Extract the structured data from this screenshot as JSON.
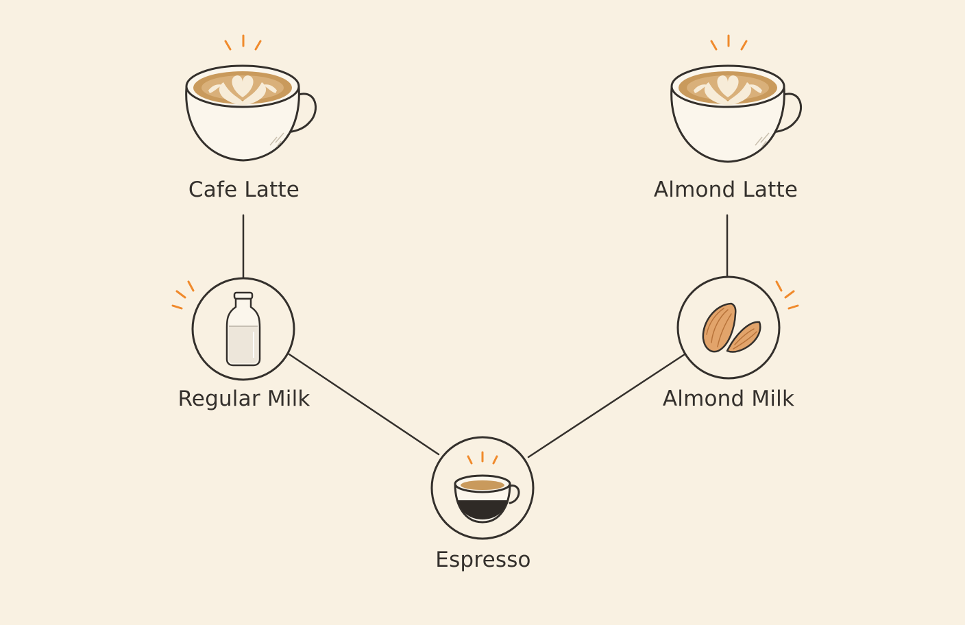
{
  "nodes": {
    "cafe_latte": {
      "label": "Cafe Latte",
      "icon": "latte-cup-icon"
    },
    "almond_latte": {
      "label": "Almond Latte",
      "icon": "latte-cup-icon"
    },
    "regular_milk": {
      "label": "Regular Milk",
      "icon": "milk-bottle-icon"
    },
    "almond_milk": {
      "label": "Almond Milk",
      "icon": "almond-icon"
    },
    "espresso": {
      "label": "Espresso",
      "icon": "espresso-cup-icon"
    }
  },
  "edges": [
    {
      "from": "Espresso",
      "to": "Regular Milk"
    },
    {
      "from": "Espresso",
      "to": "Almond Milk"
    },
    {
      "from": "Regular Milk",
      "to": "Cafe Latte"
    },
    {
      "from": "Almond Milk",
      "to": "Almond Latte"
    }
  ],
  "colors": {
    "background": "#f9f1e2",
    "line": "#34302c",
    "accent": "#f08a2c",
    "coffee": "#c99a5c",
    "almond": "#e2a46b"
  }
}
